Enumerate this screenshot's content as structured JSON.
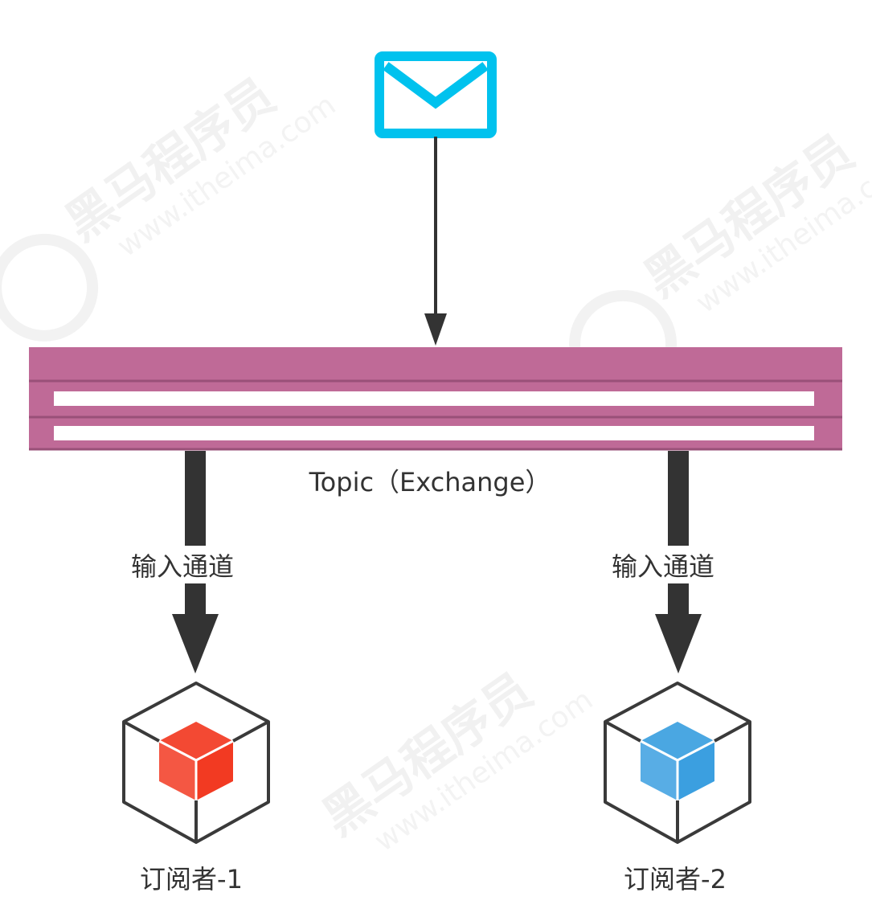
{
  "exchange": {
    "label": "Topic（Exchange）",
    "color": "#bf6a97",
    "stroke": "#995078"
  },
  "channels": [
    {
      "label": "输入通道"
    },
    {
      "label": "输入通道"
    }
  ],
  "subscribers": [
    {
      "label": "订阅者-1",
      "color": "#f23a22"
    },
    {
      "label": "订阅者-2",
      "color": "#3b9fe0"
    }
  ],
  "message": {
    "icon": "envelope-icon",
    "color": "#00c2ee"
  },
  "watermark": {
    "brand": "黑马程序员",
    "url": "www.itheima.com"
  }
}
